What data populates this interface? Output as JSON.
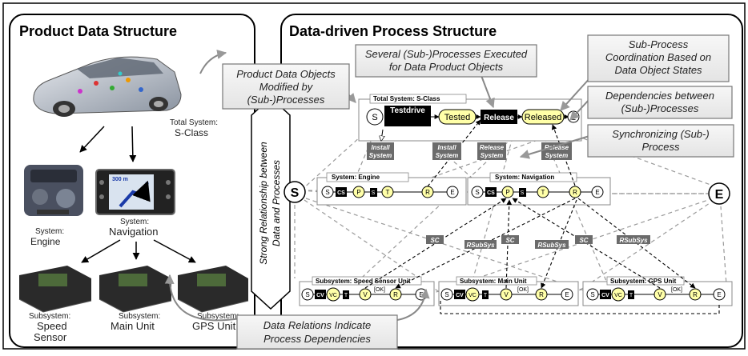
{
  "left_panel": {
    "title": "Product Data Structure",
    "total_system_line1": "Total System:",
    "total_system_line2": "S-Class",
    "engine_line1": "System:",
    "engine_line2": "Engine",
    "navigation_line1": "System:",
    "navigation_line2": "Navigation",
    "nav_screen": "300 m",
    "speed_line1": "Subsystem:",
    "speed_line2": "Speed",
    "speed_line3": "Sensor",
    "main_line1": "Subsystem:",
    "main_line2": "Main Unit",
    "gps_line1": "Subsystem:",
    "gps_line2": "GPS Unit"
  },
  "right_panel": {
    "title": "Data-driven Process Structure",
    "total_box": "Total System: S-Class",
    "engine_box": "System: Engine",
    "nav_box": "System: Navigation",
    "speed_box": "Subsystem: Speed Sensor Unit",
    "main_box": "Subsystem: Main Unit",
    "gps_box": "Subsystem: GPS Unit"
  },
  "center_label_line1": "Strong Relationship between",
  "center_label_line2": "Data and Processes",
  "callouts": {
    "product_objects": [
      "Product Data Objects",
      "Modified by",
      "(Sub-)Processes"
    ],
    "several": [
      "Several (Sub-)Processes Executed",
      "for Data Product Objects"
    ],
    "coordination": [
      "Sub-Process",
      "Coordination Based on",
      "Data Object States"
    ],
    "dependencies": [
      "Dependencies between",
      "(Sub-)Processes"
    ],
    "synchronizing": [
      "Synchronizing (Sub-)",
      "Process"
    ],
    "data_relations": [
      "Data Relations Indicate",
      "Process Dependencies"
    ]
  },
  "nodes": {
    "start": "S",
    "end": "E",
    "testdrive": "Testdrive",
    "tested": "Tested",
    "release": "Release",
    "released": "Released",
    "cs": "CS",
    "cv": "CV",
    "vc": "VC",
    "p": "P",
    "t": "T",
    "r": "R",
    "v": "V",
    "s_small": "S",
    "t_small": "T",
    "ok": "[OK]"
  },
  "dependency_labels": {
    "install_system": [
      "Install",
      "System"
    ],
    "release_system": [
      "Release",
      "System"
    ],
    "sc": "SC",
    "rsubsys": "RSubSys"
  }
}
